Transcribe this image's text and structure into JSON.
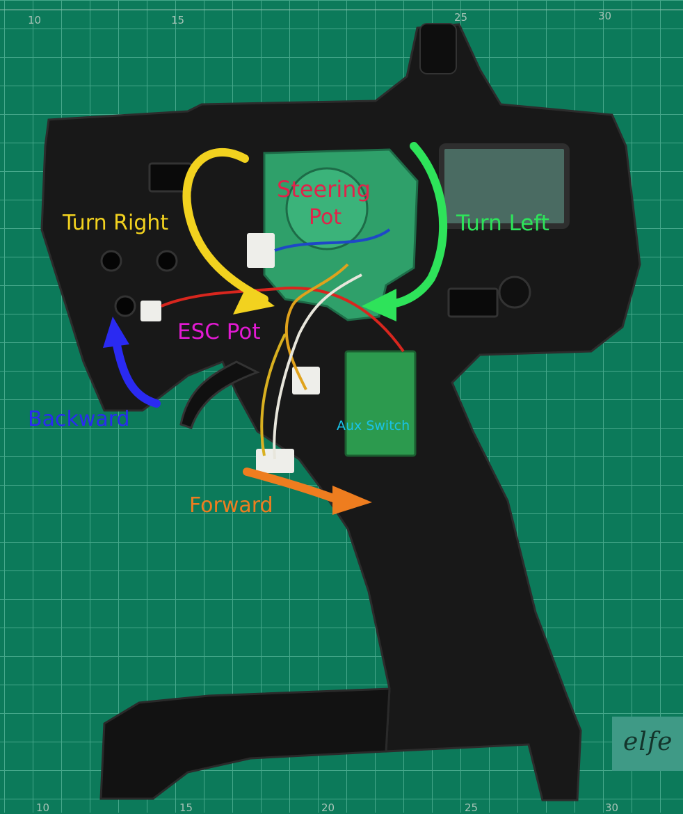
{
  "ruler": {
    "top": [
      "10",
      "15",
      "25",
      "30"
    ],
    "bottom": [
      "10",
      "15",
      "20",
      "25",
      "30"
    ]
  },
  "labels": {
    "steering_pot_line1": "Steering",
    "steering_pot_line2": "Pot",
    "turn_right": "Turn Right",
    "turn_left": "Turn Left",
    "esc_pot": "ESC Pot",
    "backward": "Backward",
    "aux_switch": "Aux Switch",
    "forward": "Forward"
  },
  "colors": {
    "mat": "#0c7a5a",
    "grid_line": "#3fa487",
    "grid_major": "#5fb79c",
    "housing": "#161616",
    "pcb": "#2fa06a",
    "turn_right": "#f2d21f",
    "turn_left": "#2ee35a",
    "steering_pot": "#e0234a",
    "esc_pot": "#e21ad2",
    "backward": "#2a2af2",
    "aux_switch": "#19c3e8",
    "forward": "#ee7d1f"
  },
  "logo": {
    "text": "elfe"
  }
}
